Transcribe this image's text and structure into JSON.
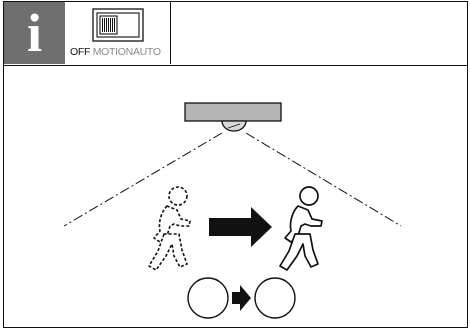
{
  "header": {
    "info_glyph": "i",
    "switch_labels": {
      "off": "OFF",
      "motion": "MOTION",
      "auto": "AUTO"
    }
  },
  "colors": {
    "info_box": "#6f6f6f",
    "line": "#111111",
    "sensor_fill": "#b5b5b5"
  },
  "icons": [
    "info-icon",
    "slide-switch-icon",
    "motion-sensor-icon",
    "person-dashed-icon",
    "arrow-right-icon",
    "person-walking-icon",
    "light-off-circle-icon"
  ]
}
